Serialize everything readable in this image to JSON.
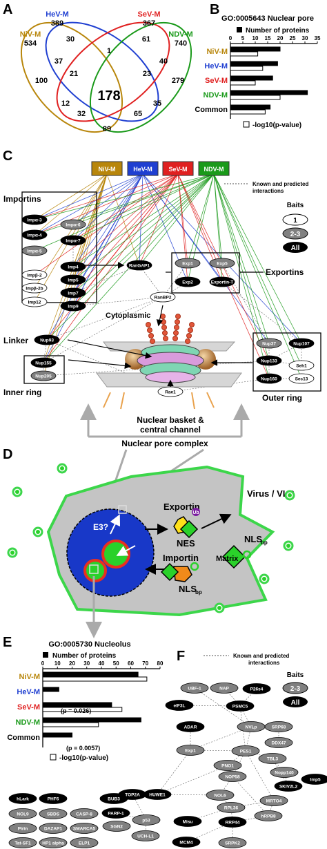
{
  "panels": {
    "a": "A",
    "b": "B",
    "c": "C",
    "d": "D",
    "e": "E",
    "f": "F"
  },
  "venn": {
    "sets": [
      {
        "name": "NiV-M",
        "total": "534",
        "color": "#b8860b"
      },
      {
        "name": "HeV-M",
        "total": "389",
        "color": "#1f3fd1"
      },
      {
        "name": "SeV-M",
        "total": "367",
        "color": "#e02020"
      },
      {
        "name": "NDV-M",
        "total": "740",
        "color": "#1a9a1a"
      }
    ],
    "regions": [
      "30",
      "61",
      "1",
      "37",
      "40",
      "100",
      "279",
      "21",
      "23",
      "178",
      "12",
      "35",
      "32",
      "65",
      "89"
    ]
  },
  "go_nuclear_pore": {
    "title": "GO:0005643 Nuclear pore",
    "legend_filled": "Number of proteins",
    "legend_open": "-log10(p-value)",
    "categories": [
      "NiV-M",
      "HeV-M",
      "SeV-M",
      "NDV-M",
      "Common"
    ],
    "category_colors": [
      "#b8860b",
      "#1f3fd1",
      "#e02020",
      "#1a9a1a",
      "#000000"
    ],
    "x_ticks": [
      "0",
      "5",
      "10",
      "15",
      "20",
      "25",
      "30",
      "35"
    ]
  },
  "chart_data": [
    {
      "type": "bar",
      "title": "GO:0005643 Nuclear pore",
      "categories": [
        "NiV-M",
        "HeV-M",
        "SeV-M",
        "NDV-M",
        "Common"
      ],
      "xlim": [
        0,
        35
      ],
      "series": [
        {
          "name": "Number of proteins",
          "values": [
            20,
            19,
            17,
            31,
            16
          ]
        },
        {
          "name": "-log10(p-value)",
          "values": [
            11,
            13,
            10,
            20,
            14
          ]
        }
      ]
    },
    {
      "type": "bar",
      "title": "GO:0005730 Nucleolus",
      "categories": [
        "NiV-M",
        "HeV-M",
        "SeV-M",
        "NDV-M",
        "Common"
      ],
      "xlim": [
        0,
        80
      ],
      "series": [
        {
          "name": "Number of proteins",
          "values": [
            65,
            11,
            47,
            67,
            20
          ]
        },
        {
          "name": "-log10(p-value)",
          "values": [
            71,
            0,
            54,
            38,
            0
          ]
        }
      ]
    }
  ],
  "network_c": {
    "baits": [
      "NiV-M",
      "HeV-M",
      "SeV-M",
      "NDV-M"
    ],
    "group_labels": {
      "importins": "Importins",
      "exportins": "Exportins",
      "linker": "Linker",
      "inner_ring": "Inner ring",
      "outer_ring": "Outer ring",
      "cytoplasmic": "Cytoplasmic",
      "nuclear_basket_1": "Nuclear basket &",
      "nuclear_basket_2": "central channel",
      "npc": "Nuclear pore complex"
    },
    "legend": {
      "interactions_1": "Known and predicted",
      "interactions_2": "interactions",
      "baits_title": "Baits",
      "one": "1",
      "two_three": "2-3",
      "all": "All"
    },
    "nodes": {
      "impa3": "Impα-3",
      "impa6": "Impα-6",
      "impa4": "Impα-4",
      "impa7": "Impα-7",
      "impa5": "Impα-5",
      "imp4": "Imp4",
      "impb2": "Impβ-2",
      "imp5": "Imp5",
      "impb2b": "Impβ-2b",
      "imp7": "Imp7",
      "imp12": "Imp12",
      "imp9": "Imp9",
      "rangap1": "RanGAP1",
      "exp1": "Exp1",
      "exp5": "Exp5",
      "exp2": "Exp2",
      "exportint": "Exportin-T",
      "ranbp2": "RanBP2",
      "nup93": "Nup93",
      "nup155": "Nup155",
      "nup205": "Nup205",
      "nup37": "Nup37",
      "nup107": "Nup107",
      "nup133": "Nup133",
      "seh1": "Seh1",
      "nup160": "Nup160",
      "sec13": "Sec13",
      "rae1": "Rae1"
    }
  },
  "model_d": {
    "e3": "E3?",
    "exportin": "Exportin",
    "ub": "Ub",
    "nes": "NES",
    "virus": "Virus / VLP",
    "nls_top": "NLS",
    "nls_bottom": "NLS",
    "bp": "bp",
    "importin": "Importin",
    "matrix": "Matrix"
  },
  "go_nucleolus": {
    "title": "GO:0005730 Nucleolus",
    "legend_filled": "Number of proteins",
    "legend_open": "-log10(p-value)",
    "categories": [
      "NiV-M",
      "HeV-M",
      "SeV-M",
      "NDV-M",
      "Common"
    ],
    "category_colors": [
      "#b8860b",
      "#1f3fd1",
      "#e02020",
      "#1a9a1a",
      "#000000"
    ],
    "x_ticks": [
      "0",
      "10",
      "20",
      "30",
      "40",
      "50",
      "60",
      "70",
      "80"
    ],
    "annotations": [
      "(p = 0.026)",
      "(p = 0.0057)"
    ]
  },
  "network_f": {
    "legend": {
      "interactions_1": "Known and predicted",
      "interactions_2": "interactions",
      "baits_title": "Baits",
      "two_three": "2-3",
      "all": "All"
    },
    "nodes": {
      "ubf1": "UBF-1",
      "nap": "NAP",
      "p26s4": "P26s4",
      "eif3l": "eIF3L",
      "psmc5": "PSMC5",
      "adar": "ADAR",
      "nvlp": "NVLp",
      "srp68": "SRP68",
      "ddx47": "DDX47",
      "exp1": "Exp1",
      "pes1": "PES1",
      "pno1": "PNO1",
      "tbl3": "TBL3",
      "nop58": "NOP58",
      "nopp140": "Nopp140",
      "imp5": "Imp5",
      "nol6": "NOL6",
      "skiv2l2": "SKIV2L2",
      "huwe1": "HUWE1",
      "top2a": "TOP2A",
      "bub3": "BUB3",
      "parp1": "PARP-1",
      "sgn2": "SGN2",
      "p53": "p53",
      "uchl1": "UCH-L1",
      "rpl36": "RPL36",
      "mrto4": "MRTO4",
      "hrpb8": "hRPB8",
      "misu": "Misu",
      "rrp44": "RRP44",
      "mcm4": "MCM4",
      "srpk2": "SRPK2",
      "hlark": "hLark",
      "phf6": "PHF6",
      "nol9": "NOL9",
      "sbds": "SBDS",
      "casp8": "CASP-8",
      "pirin": "Pirin",
      "dazap1": "DAZAP1",
      "smarca5": "SMARCA5",
      "tatsf1": "Tat-SF1",
      "hp1alpha": "HP1 alpha",
      "elp1": "ELP1"
    }
  }
}
